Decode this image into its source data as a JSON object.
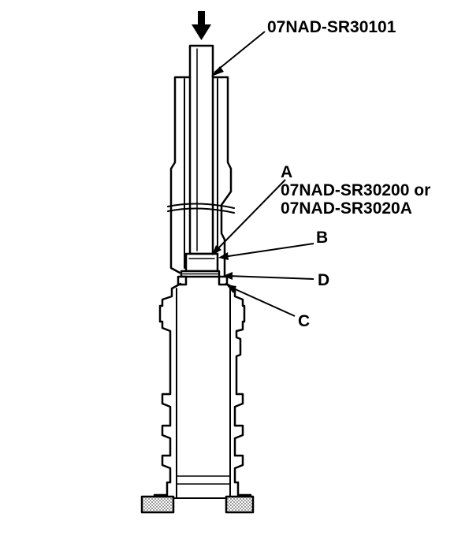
{
  "labels": {
    "driver_tool": "07NAD-SR30101",
    "part_a_letter": "A",
    "part_a_tool_line1": "07NAD-SR30200 or",
    "part_a_tool_line2": "07NAD-SR3020A",
    "part_b": "B",
    "part_c": "C",
    "part_d": "D"
  },
  "icons": {
    "press_direction": "down-arrow-icon"
  },
  "colors": {
    "ink": "#000000",
    "paper": "#ffffff",
    "shaded_support": "#9a9a9a"
  }
}
